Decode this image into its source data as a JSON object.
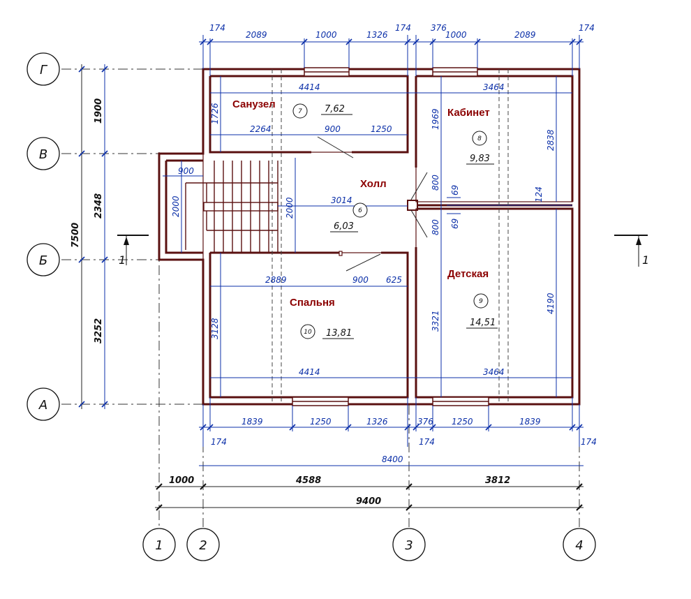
{
  "axes": {
    "letters": [
      "Г",
      "В",
      "Б",
      "А"
    ],
    "numbers": [
      "1",
      "2",
      "3",
      "4"
    ]
  },
  "section_label": "1",
  "rooms": [
    {
      "name": "Санузел",
      "num": "7",
      "area": "7,62"
    },
    {
      "name": "Кабинет",
      "num": "8",
      "area": "9,83"
    },
    {
      "name": "Холл",
      "num": "6",
      "area": "6,03"
    },
    {
      "name": "Детская",
      "num": "9",
      "area": "14,51"
    },
    {
      "name": "Спальня",
      "num": "10",
      "area": "13,81"
    }
  ],
  "dims": {
    "top": [
      "174",
      "2089",
      "1000",
      "1326",
      "174",
      "376",
      "1000",
      "2089",
      "174"
    ],
    "bottom": [
      "1839",
      "1250",
      "1326",
      "376",
      "1250",
      "1839",
      "174",
      "174",
      "174"
    ],
    "overall": [
      "8400",
      "1000",
      "4588",
      "3812",
      "9400"
    ],
    "left": [
      "1900",
      "2348",
      "3252",
      "7500"
    ],
    "interior": [
      "4414",
      "3464",
      "1726",
      "2264",
      "900",
      "1250",
      "1969",
      "2838",
      "900",
      "2000",
      "2000",
      "3014",
      "800",
      "69",
      "124",
      "800",
      "69",
      "2889",
      "900",
      "625",
      "3128",
      "3321",
      "4190",
      "4414",
      "3464"
    ]
  }
}
